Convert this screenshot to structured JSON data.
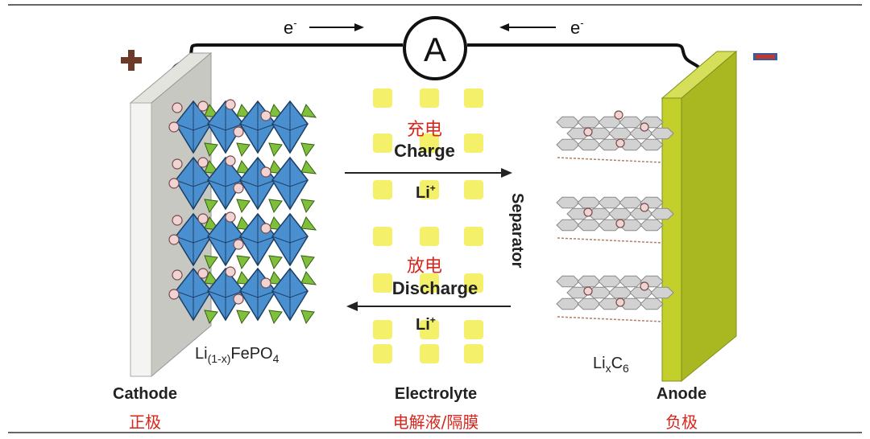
{
  "circuit": {
    "electron_left": "e",
    "electron_left_sup": "-",
    "electron_right": "e",
    "electron_right_sup": "-",
    "ammeter": "A",
    "positive_symbol": "+",
    "negative_symbol": "-"
  },
  "cathode": {
    "label": "Cathode",
    "label_cn": "正极",
    "formula_main": "Li",
    "formula_sub": "(1-x)",
    "formula_mid": "FePO",
    "formula_sub2": "4"
  },
  "anode": {
    "label": "Anode",
    "label_cn": "负极",
    "formula_main": "Li",
    "formula_sub": "x",
    "formula_mid": "C",
    "formula_sub2": "6"
  },
  "electrolyte": {
    "label": "Electrolyte",
    "label_cn": "电解液/隔膜",
    "separator": "Separator"
  },
  "charge": {
    "label_cn": "充电",
    "label": "Charge",
    "ion": "Li",
    "ion_sup": "+"
  },
  "discharge": {
    "label_cn": "放电",
    "label": "Discharge",
    "ion": "Li",
    "ion_sup": "+"
  },
  "colors": {
    "wire": "#111111",
    "cathode_plate_face": "#f4f5f2",
    "cathode_plate_back": "#c8c8c2",
    "anode_plate_face": "#c3cf2a",
    "anode_plate_side": "#8fa11c",
    "octahedron_blue": "#4a90d0",
    "tetrahedron_green": "#7fbf3a",
    "ion_pink": "#f0d4d4",
    "graphite": "#d2d2d2",
    "separator_yellow": "#f4f06a",
    "cn_red": "#d9261c",
    "plus_brown": "#6b3a2a",
    "minus_blue": "#3c5aa0",
    "minus_red": "#c0392b"
  }
}
